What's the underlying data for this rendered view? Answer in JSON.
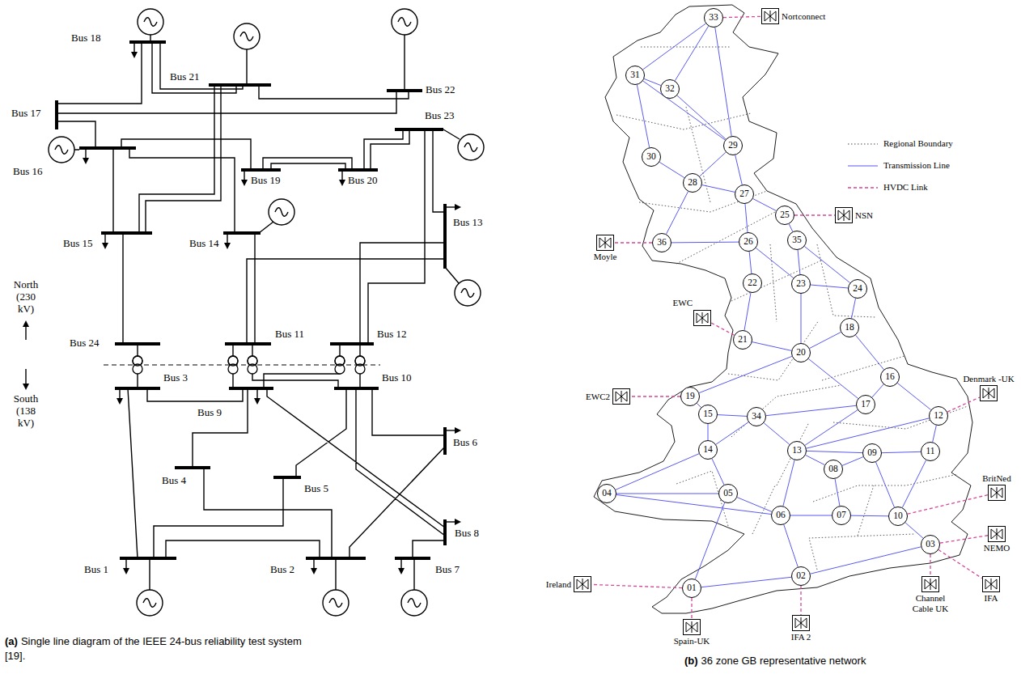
{
  "diagram": {
    "nodes": [
      {
        "text": [
          "33"
        ]
      },
      {
        "text": [
          "Nortconnect"
        ]
      },
      {
        "text": [
          "31"
        ]
      },
      {
        "text": [
          "32"
        ]
      },
      {
        "text": [
          "29"
        ]
      },
      {
        "text": [
          "30"
        ]
      },
      {
        "text": [
          "28"
        ]
      },
      {
        "text": [
          "27"
        ]
      },
      {
        "text": [
          "25"
        ]
      },
      {
        "text": [
          "NSN"
        ]
      },
      {
        "text": [
          "Moyle"
        ]
      },
      {
        "text": [
          "36"
        ]
      },
      {
        "text": [
          "26"
        ]
      },
      {
        "text": [
          "35"
        ]
      },
      {
        "text": [
          "22"
        ]
      },
      {
        "text": [
          "23"
        ]
      },
      {
        "text": [
          "24"
        ]
      },
      {
        "text": [
          "EWC"
        ]
      },
      {
        "text": [
          "18"
        ]
      },
      {
        "text": [
          "21"
        ]
      },
      {
        "text": [
          "20"
        ]
      },
      {
        "text": [
          "Denmark -UK"
        ]
      },
      {
        "text": [
          "16"
        ]
      },
      {
        "text": [
          "EWC2"
        ]
      },
      {
        "text": [
          "19"
        ]
      },
      {
        "text": [
          "17"
        ]
      },
      {
        "text": [
          "15"
        ]
      },
      {
        "text": [
          "34"
        ]
      },
      {
        "text": [
          "12"
        ]
      },
      {
        "text": [
          "14"
        ]
      },
      {
        "text": [
          "13"
        ]
      },
      {
        "text": [
          "09"
        ]
      },
      {
        "text": [
          "11"
        ]
      },
      {
        "text": [
          "08"
        ]
      },
      {
        "text": [
          "BritNed"
        ]
      },
      {
        "text": [
          "04"
        ]
      },
      {
        "text": [
          "05"
        ]
      },
      {
        "text": [
          "06"
        ]
      },
      {
        "text": [
          "07"
        ]
      },
      {
        "text": [
          "10"
        ]
      },
      {
        "text": [
          "NEMO"
        ]
      },
      {
        "text": [
          "03"
        ]
      },
      {
        "text": [
          "02"
        ]
      },
      {
        "text": [
          "Ireland"
        ]
      },
      {
        "text": [
          "01"
        ]
      },
      {
        "text": [
          "Channel Cable UK"
        ]
      },
      {
        "text": [
          "IFA"
        ]
      },
      {
        "text": [
          "IFA 2"
        ]
      },
      {
        "text": [
          "Spain-UK"
        ]
      }
    ],
    "edges": [
      {
        "from": 0,
        "to": 2,
        "arrow": "none"
      },
      {
        "from": 0,
        "to": 3,
        "arrow": "none"
      },
      {
        "from": 0,
        "to": 4,
        "arrow": "none"
      },
      {
        "from": 2,
        "to": 3,
        "arrow": "none"
      },
      {
        "from": 2,
        "to": 5,
        "arrow": "none"
      },
      {
        "from": 2,
        "to": 4,
        "arrow": "none"
      },
      {
        "from": 3,
        "to": 4,
        "arrow": "none"
      },
      {
        "from": 5,
        "to": 6,
        "arrow": "none"
      },
      {
        "from": 6,
        "to": 4,
        "arrow": "none"
      },
      {
        "from": 4,
        "to": 7,
        "arrow": "none"
      },
      {
        "from": 6,
        "to": 11,
        "arrow": "none"
      },
      {
        "from": 6,
        "to": 7,
        "arrow": "none"
      },
      {
        "from": 11,
        "to": 12,
        "arrow": "none"
      },
      {
        "from": 7,
        "to": 12,
        "arrow": "none"
      },
      {
        "from": 7,
        "to": 8,
        "arrow": "none"
      },
      {
        "from": 8,
        "to": 13,
        "arrow": "none"
      },
      {
        "from": 12,
        "to": 14,
        "arrow": "none"
      },
      {
        "from": 12,
        "to": 15,
        "arrow": "none"
      },
      {
        "from": 13,
        "to": 15,
        "arrow": "none"
      },
      {
        "from": 13,
        "to": 16,
        "arrow": "none"
      },
      {
        "from": 15,
        "to": 16,
        "arrow": "none"
      },
      {
        "from": 14,
        "to": 19,
        "arrow": "none"
      },
      {
        "from": 15,
        "to": 20,
        "arrow": "none"
      },
      {
        "from": 16,
        "to": 18,
        "arrow": "none"
      },
      {
        "from": 18,
        "to": 22,
        "arrow": "none"
      },
      {
        "from": 24,
        "to": 20,
        "arrow": "none"
      },
      {
        "from": 24,
        "to": 26,
        "arrow": "none"
      },
      {
        "from": 26,
        "to": 27,
        "arrow": "none"
      },
      {
        "from": 20,
        "to": 25,
        "arrow": "none"
      },
      {
        "from": 18,
        "to": 20,
        "arrow": "none"
      },
      {
        "from": 22,
        "to": 25,
        "arrow": "none"
      },
      {
        "from": 27,
        "to": 25,
        "arrow": "none"
      },
      {
        "from": 22,
        "to": 28,
        "arrow": "none"
      },
      {
        "from": 28,
        "to": 32,
        "arrow": "none"
      },
      {
        "from": 32,
        "to": 31,
        "arrow": "none"
      },
      {
        "from": 31,
        "to": 30,
        "arrow": "none"
      },
      {
        "from": 30,
        "to": 28,
        "arrow": "none"
      },
      {
        "from": 25,
        "to": 30,
        "arrow": "none"
      },
      {
        "from": 27,
        "to": 30,
        "arrow": "none"
      },
      {
        "from": 27,
        "to": 29,
        "arrow": "none"
      },
      {
        "from": 29,
        "to": 35,
        "arrow": "none"
      },
      {
        "from": 29,
        "to": 36,
        "arrow": "none"
      },
      {
        "from": 35,
        "to": 36,
        "arrow": "none"
      },
      {
        "from": 35,
        "to": 37,
        "arrow": "none"
      },
      {
        "from": 36,
        "to": 37,
        "arrow": "none"
      },
      {
        "from": 30,
        "to": 37,
        "arrow": "none"
      },
      {
        "from": 30,
        "to": 33,
        "arrow": "none"
      },
      {
        "from": 33,
        "to": 38,
        "arrow": "none"
      },
      {
        "from": 33,
        "to": 31,
        "arrow": "none"
      },
      {
        "from": 37,
        "to": 38,
        "arrow": "none"
      },
      {
        "from": 38,
        "to": 39,
        "arrow": "none"
      },
      {
        "from": 31,
        "to": 39,
        "arrow": "none"
      },
      {
        "from": 32,
        "to": 39,
        "arrow": "none"
      },
      {
        "from": 39,
        "to": 41,
        "arrow": "none"
      },
      {
        "from": 37,
        "to": 42,
        "arrow": "none"
      },
      {
        "from": 42,
        "to": 41,
        "arrow": "none"
      },
      {
        "from": 42,
        "to": 44,
        "arrow": "none"
      },
      {
        "from": 44,
        "to": 36,
        "arrow": "none"
      },
      {
        "from": 26,
        "to": 29,
        "arrow": "none"
      },
      {
        "from": 19,
        "to": 20,
        "arrow": "none"
      },
      {
        "from": 0,
        "to": 1,
        "arrow": "none"
      },
      {
        "from": 8,
        "to": 9,
        "arrow": "none"
      },
      {
        "from": 11,
        "to": 10,
        "arrow": "none"
      },
      {
        "from": 19,
        "to": 17,
        "arrow": "none"
      },
      {
        "from": 24,
        "to": 23,
        "arrow": "none"
      },
      {
        "from": 28,
        "to": 21,
        "arrow": "none"
      },
      {
        "from": 39,
        "to": 34,
        "arrow": "none"
      },
      {
        "from": 41,
        "to": 40,
        "arrow": "none"
      },
      {
        "from": 41,
        "to": 46,
        "arrow": "none"
      },
      {
        "from": 41,
        "to": 45,
        "arrow": "none"
      },
      {
        "from": 42,
        "to": 47,
        "arrow": "none"
      },
      {
        "from": 44,
        "to": 48,
        "arrow": "none"
      },
      {
        "from": 44,
        "to": 43,
        "arrow": "none"
      }
    ],
    "labels": [
      "Bus 18",
      "Bus 21",
      "Bus 22",
      "Bus 17",
      "Bus 23",
      "Bus 16",
      "Bus 19",
      "Bus 20",
      "Bus 13",
      "Bus 15",
      "Bus 14",
      "North (230 kV)",
      "Bus 24",
      "Bus 11",
      "Bus 12",
      "Bus 3",
      "Bus 9",
      "Bus 10",
      "South (138 kV)",
      "Bus 6",
      "Bus 4",
      "Bus 5",
      "Bus 8",
      "Bus 1",
      "Bus 2",
      "Bus 7",
      "(a)",
      "Single line diagram of the IEEE 24-bus reliability test system [19].",
      "(b)",
      "36 zone GB representative network"
    ],
    "legend": [
      {
        "text": "Regional Boundary"
      },
      {
        "text": "Transmission Line"
      },
      {
        "text": "HVDC Link"
      }
    ]
  }
}
